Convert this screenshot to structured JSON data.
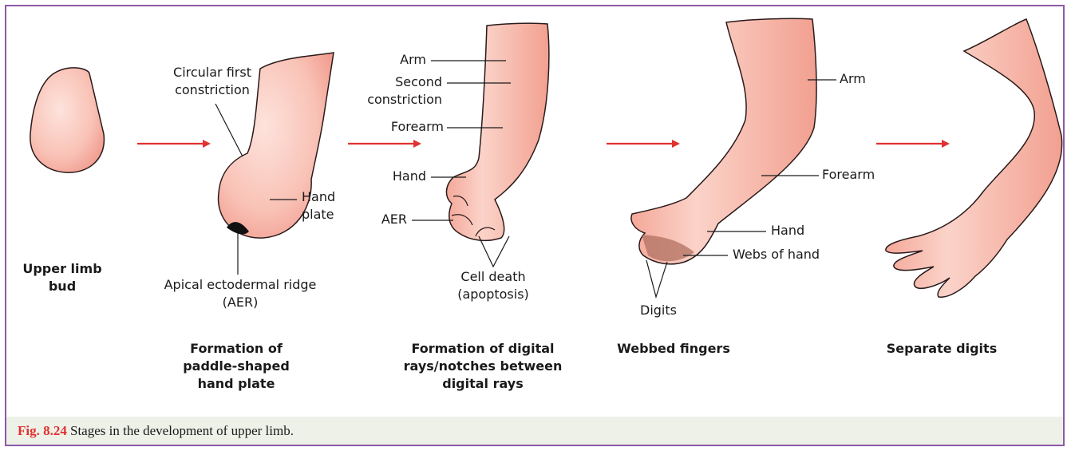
{
  "colors": {
    "border": "#8c5aa6",
    "arrow": "#e0322f",
    "skin": "#f9c2b6",
    "skin_shade": "#ef9486",
    "caption_bg": "#eef1e8",
    "caption_label": "#e0322f"
  },
  "labels": {
    "stage1_title": "Upper limb\nbud",
    "circular_first_constriction": "Circular first\nconstriction",
    "hand_plate": "Hand\nplate",
    "aer_full": "Apical ectodermal ridge\n(AER)",
    "stage2_title": "Formation of\npaddle-shaped\nhand plate",
    "arm_1": "Arm",
    "second_constriction": "Second\nconstriction",
    "forearm_1": "Forearm",
    "hand_1": "Hand",
    "aer_short": "AER",
    "cell_death": "Cell death\n(apoptosis)",
    "stage3_title": "Formation of digital\nrays/notches between\ndigital rays",
    "arm_2": "Arm",
    "forearm_2": "Forearm",
    "hand_2": "Hand",
    "webs_of_hand": "Webs of hand",
    "digits": "Digits",
    "stage4_title": "Webbed fingers",
    "stage5_title": "Separate digits"
  },
  "caption": {
    "number": "Fig. 8.24",
    "text": "Stages in the development of upper limb."
  }
}
